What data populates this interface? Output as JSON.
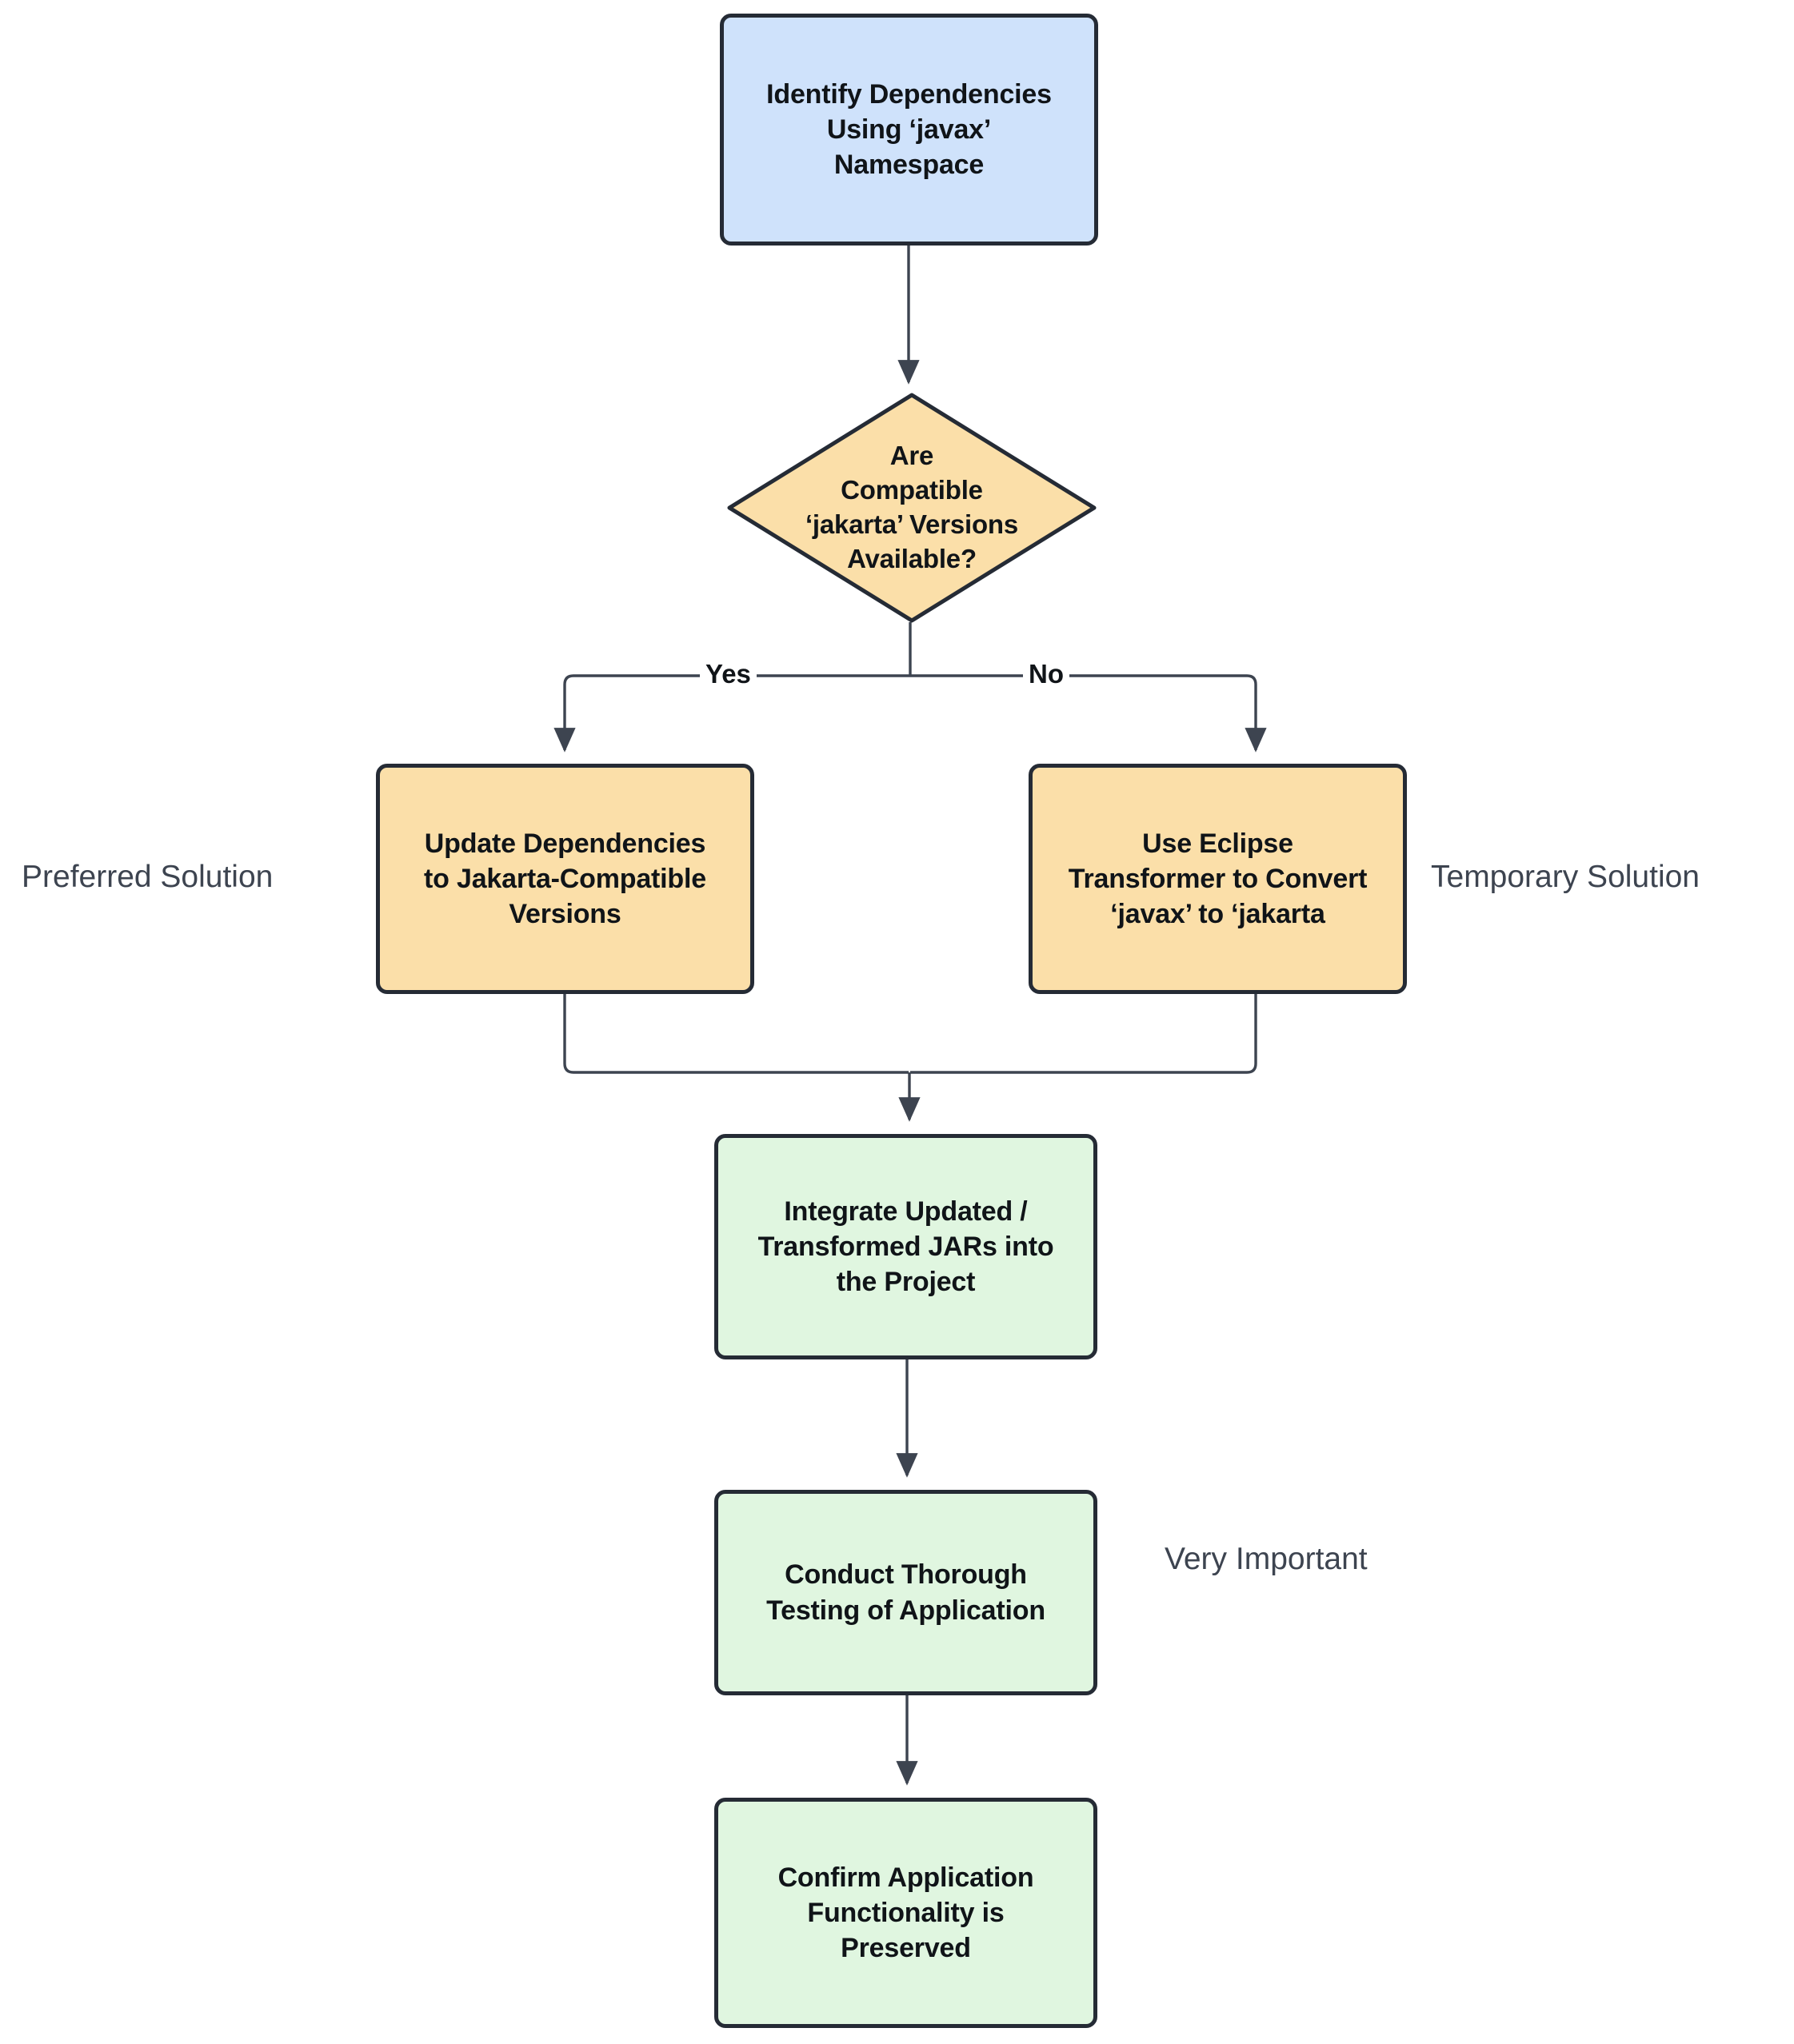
{
  "diagram": {
    "title": "javax to jakarta Dependency Migration Flowchart",
    "background_color": "#ffffff",
    "border_color": "#252b35",
    "edge_color": "#3d4450",
    "annotation_color": "#3d4450",
    "node_text_color": "#101418"
  },
  "nodes": {
    "identify": {
      "label": "Identify Dependencies\nUsing ‘javax’\nNamespace",
      "shape": "rounded-rectangle",
      "fill": "#cfe2fb"
    },
    "decision": {
      "label": "Are\nCompatible\n‘jakarta’ Versions\nAvailable?",
      "shape": "diamond",
      "fill": "#fbdfa9"
    },
    "update_deps": {
      "label": "Update Dependencies\nto Jakarta-Compatible\nVersions",
      "shape": "rounded-rectangle",
      "fill": "#fbdfa9"
    },
    "eclipse_transformer": {
      "label": "Use Eclipse\nTransformer to Convert\n‘javax’ to ‘jakarta",
      "shape": "rounded-rectangle",
      "fill": "#fbdfa9"
    },
    "integrate": {
      "label": "Integrate Updated /\nTransformed JARs into\nthe Project",
      "shape": "rounded-rectangle",
      "fill": "#e0f6e0"
    },
    "testing": {
      "label": "Conduct Thorough\nTesting of Application",
      "shape": "rounded-rectangle",
      "fill": "#e0f6e0"
    },
    "confirm": {
      "label": "Confirm Application\nFunctionality is\nPreserved",
      "shape": "rounded-rectangle",
      "fill": "#e0f6e0"
    }
  },
  "edge_labels": {
    "yes": "Yes",
    "no": "No"
  },
  "annotations": {
    "preferred": "Preferred Solution",
    "temporary": "Temporary Solution",
    "very_important": "Very Important"
  },
  "chart_data": {
    "type": "flowchart",
    "orientation": "top-to-bottom",
    "nodes": [
      {
        "id": "identify",
        "label": "Identify Dependencies Using ‘javax’ Namespace",
        "shape": "rounded-rectangle",
        "fill": "#cfe2fb"
      },
      {
        "id": "decision",
        "label": "Are Compatible ‘jakarta’ Versions Available?",
        "shape": "diamond",
        "fill": "#fbdfa9"
      },
      {
        "id": "update_deps",
        "label": "Update Dependencies to Jakarta-Compatible Versions",
        "shape": "rounded-rectangle",
        "fill": "#fbdfa9"
      },
      {
        "id": "eclipse_transformer",
        "label": "Use Eclipse Transformer to Convert ‘javax’ to ‘jakarta",
        "shape": "rounded-rectangle",
        "fill": "#fbdfa9"
      },
      {
        "id": "integrate",
        "label": "Integrate Updated / Transformed JARs into the Project",
        "shape": "rounded-rectangle",
        "fill": "#e0f6e0"
      },
      {
        "id": "testing",
        "label": "Conduct Thorough Testing of Application",
        "shape": "rounded-rectangle",
        "fill": "#e0f6e0"
      },
      {
        "id": "confirm",
        "label": "Confirm Application Functionality is Preserved",
        "shape": "rounded-rectangle",
        "fill": "#e0f6e0"
      }
    ],
    "edges": [
      {
        "from": "identify",
        "to": "decision",
        "label": ""
      },
      {
        "from": "decision",
        "to": "update_deps",
        "label": "Yes"
      },
      {
        "from": "decision",
        "to": "eclipse_transformer",
        "label": "No"
      },
      {
        "from": "update_deps",
        "to": "integrate",
        "label": ""
      },
      {
        "from": "eclipse_transformer",
        "to": "integrate",
        "label": ""
      },
      {
        "from": "integrate",
        "to": "testing",
        "label": ""
      },
      {
        "from": "testing",
        "to": "confirm",
        "label": ""
      }
    ],
    "annotations": [
      {
        "target": "update_deps",
        "text": "Preferred Solution",
        "position": "left"
      },
      {
        "target": "eclipse_transformer",
        "text": "Temporary Solution",
        "position": "right"
      },
      {
        "target": "testing",
        "text": "Very Important",
        "position": "right"
      }
    ]
  }
}
